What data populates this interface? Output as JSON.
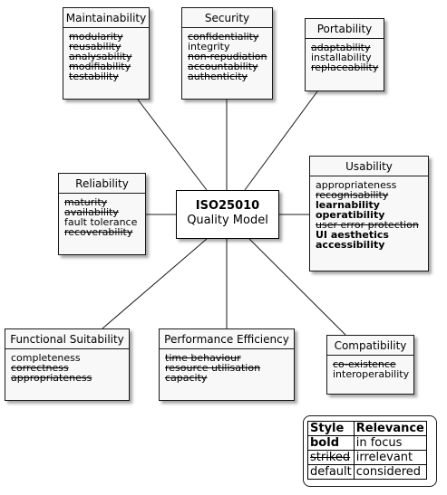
{
  "center": {
    "title": "ISO25010",
    "subtitle": "Quality Model"
  },
  "boxes": {
    "maintainability": {
      "title": "Maintainability",
      "items": [
        {
          "text": "modularity",
          "style": "striked"
        },
        {
          "text": "reusability",
          "style": "striked"
        },
        {
          "text": "analysability",
          "style": "striked"
        },
        {
          "text": "modifiability",
          "style": "striked"
        },
        {
          "text": "testability",
          "style": "striked"
        }
      ]
    },
    "security": {
      "title": "Security",
      "items": [
        {
          "text": "confidentiality",
          "style": "striked"
        },
        {
          "text": "integrity",
          "style": "default"
        },
        {
          "text": "non-repudiation",
          "style": "striked"
        },
        {
          "text": "accountability",
          "style": "striked"
        },
        {
          "text": "authenticity",
          "style": "striked"
        }
      ]
    },
    "portability": {
      "title": "Portability",
      "items": [
        {
          "text": "adaptability",
          "style": "striked"
        },
        {
          "text": "installability",
          "style": "default"
        },
        {
          "text": "replaceability",
          "style": "striked"
        }
      ]
    },
    "reliability": {
      "title": "Reliability",
      "items": [
        {
          "text": "maturity",
          "style": "striked"
        },
        {
          "text": "availability",
          "style": "striked"
        },
        {
          "text": "fault tolerance",
          "style": "default"
        },
        {
          "text": "recoverability",
          "style": "striked"
        }
      ]
    },
    "usability": {
      "title": "Usability",
      "items": [
        {
          "text": "appropriateness",
          "style": "default"
        },
        {
          "text": "recognisability",
          "style": "striked"
        },
        {
          "text": "learnability",
          "style": "bold"
        },
        {
          "text": "operatibility",
          "style": "bold"
        },
        {
          "text": "user error protection",
          "style": "striked"
        },
        {
          "text": "UI aesthetics",
          "style": "bold"
        },
        {
          "text": "accessibility",
          "style": "bold"
        }
      ]
    },
    "functional": {
      "title": "Functional Suitability",
      "items": [
        {
          "text": "completeness",
          "style": "default"
        },
        {
          "text": "correctness",
          "style": "striked"
        },
        {
          "text": "appropriateness",
          "style": "striked"
        }
      ]
    },
    "performance": {
      "title": "Performance Efficiency",
      "items": [
        {
          "text": "time behaviour",
          "style": "striked"
        },
        {
          "text": "resource utilisation",
          "style": "striked"
        },
        {
          "text": "capacity",
          "style": "striked"
        }
      ]
    },
    "compatibility": {
      "title": "Compatibility",
      "items": [
        {
          "text": "co-existence",
          "style": "striked"
        },
        {
          "text": "interoperability",
          "style": "default"
        }
      ]
    }
  },
  "legend": {
    "headers": [
      "Style",
      "Relevance"
    ],
    "rows": [
      {
        "style": "bold",
        "relevance": "in focus",
        "kind": "bold"
      },
      {
        "style": "striked",
        "relevance": "irrelevant",
        "kind": "striked"
      },
      {
        "style": "default",
        "relevance": "considered",
        "kind": "default"
      }
    ]
  }
}
